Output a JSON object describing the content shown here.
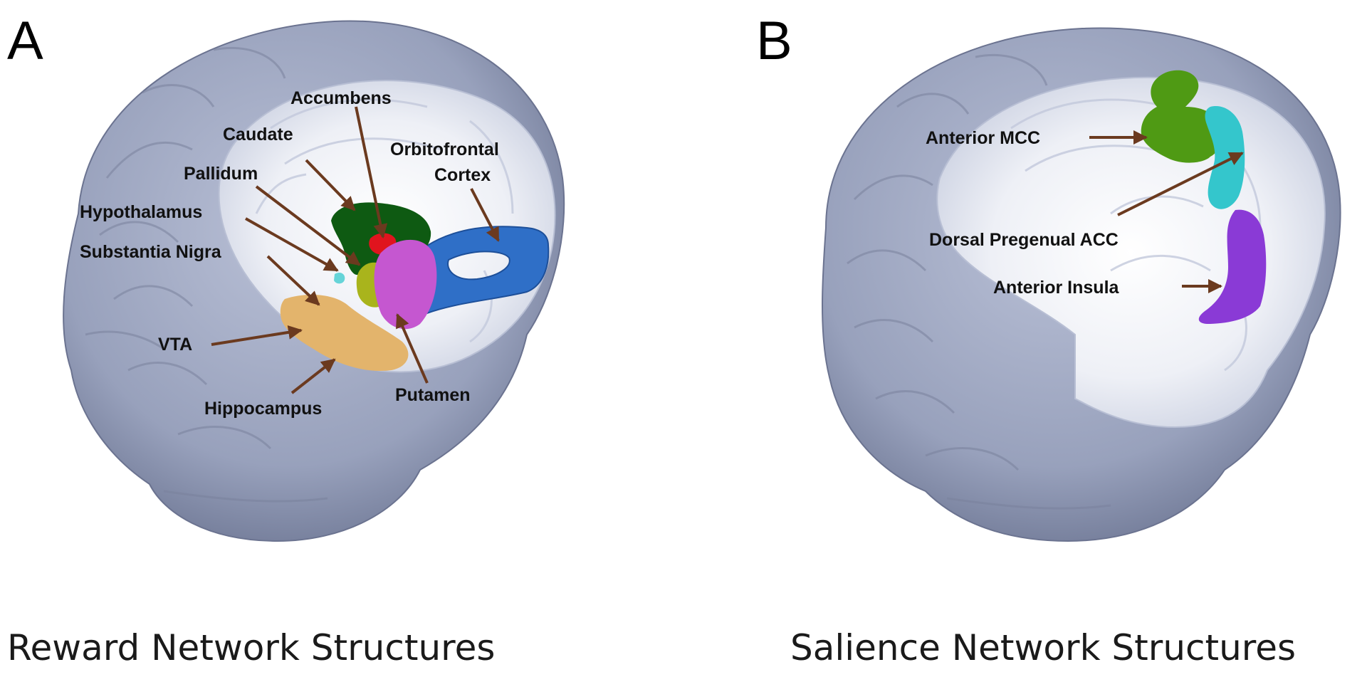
{
  "panels": [
    {
      "letter": "A",
      "caption": "Reward Network Structures",
      "labels": {
        "accumbens": "Accumbens",
        "caudate": "Caudate",
        "orbitofrontal_1": "Orbitofrontal",
        "orbitofrontal_2": "Cortex",
        "pallidum": "Pallidum",
        "hypothalamus": "Hypothalamus",
        "substantia_nigra": "Substantia Nigra",
        "vta": "VTA",
        "hippocampus": "Hippocampus",
        "putamen": "Putamen"
      }
    },
    {
      "letter": "B",
      "caption": "Salience Network Structures",
      "labels": {
        "anterior_mcc": "Anterior MCC",
        "dorsal_pregenual_acc": "Dorsal Pregenual ACC",
        "anterior_insula": "Anterior Insula"
      }
    }
  ],
  "colors": {
    "brain": "#8f98b4",
    "brain_light": "#e4e8f2",
    "arrow": "#6b3a1f",
    "caudate": "#0e5a12",
    "accumbens": "#e0141e",
    "pallidum": "#a9b41c",
    "putamen": "#c557d0",
    "orbitofrontal": "#2f6fc7",
    "hippocampus": "#e3b46c",
    "substantia_nigra": "#5fbf2a",
    "hypothalamus": "#66d4d8",
    "anterior_mcc": "#4f9a14",
    "dorsal_pregenual_acc": "#34c6cc",
    "anterior_insula": "#8a3ad6"
  }
}
